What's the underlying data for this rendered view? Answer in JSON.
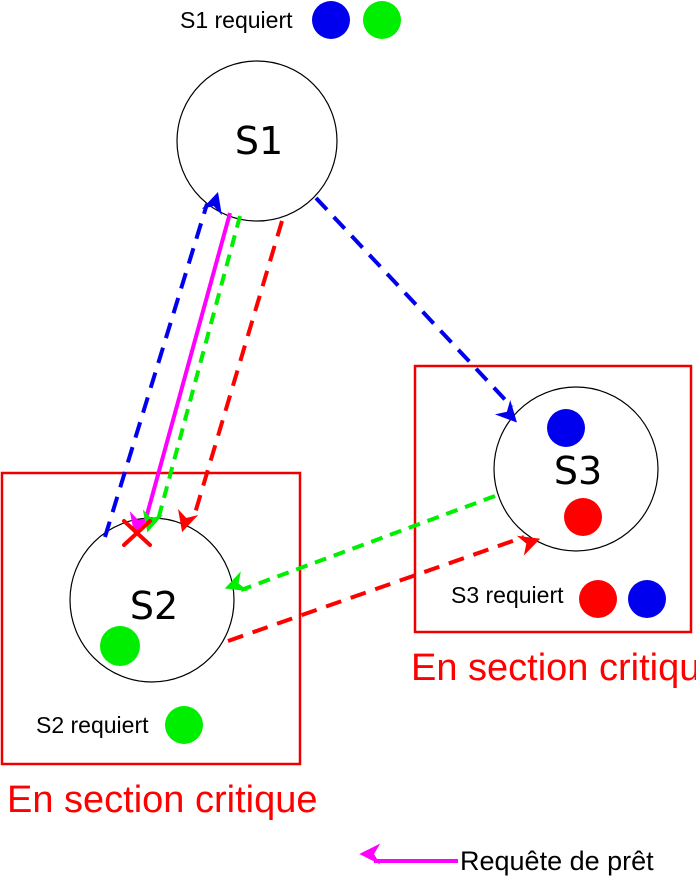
{
  "colors": {
    "blue": "#0000ee",
    "green": "#00ee00",
    "red": "#ff0000",
    "magenta": "#ff00ff",
    "section_border": "#ee0000"
  },
  "nodes": {
    "s1": {
      "label": "S1",
      "request_label": "S1 requiert",
      "requests": [
        "blue",
        "green"
      ],
      "holds": []
    },
    "s2": {
      "label": "S2",
      "request_label": "S2 requiert",
      "requests": [
        "green"
      ],
      "holds": [
        "green"
      ]
    },
    "s3": {
      "label": "S3",
      "request_label": "S3 requiert",
      "requests": [
        "red",
        "blue"
      ],
      "holds": [
        "blue",
        "red"
      ]
    }
  },
  "sections": {
    "s2": {
      "label": "En section critique"
    },
    "s3": {
      "label": "En section critique"
    }
  },
  "legend": {
    "loan_request": {
      "label": "Requête de prêt",
      "color": "magenta"
    }
  }
}
